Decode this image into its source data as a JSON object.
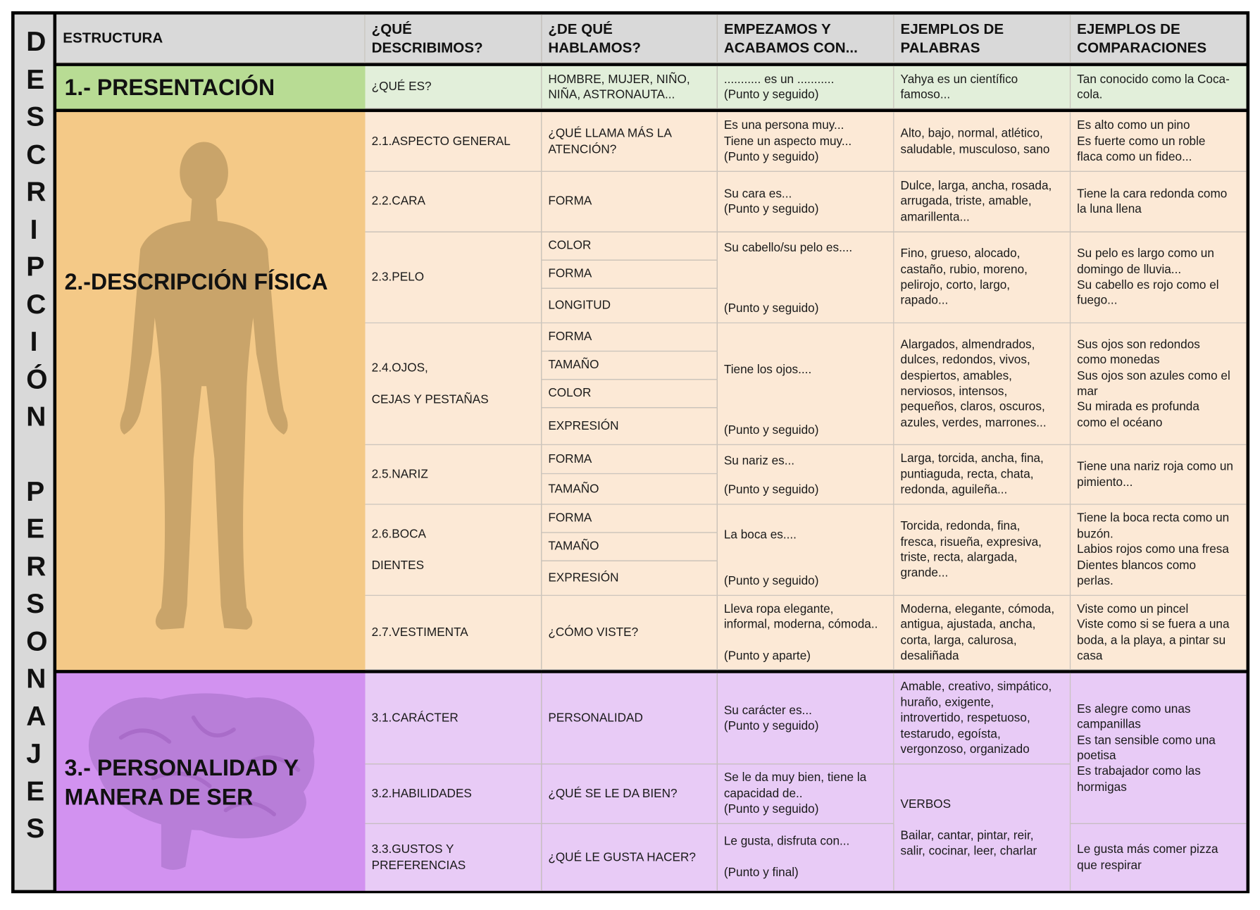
{
  "side_title": {
    "word1": "DESCRIPCIÓN",
    "word2": "PERSONAJES"
  },
  "header": [
    "ESTRUCTURA",
    "¿QUÉ\nDESCRIBIMOS?",
    "¿DE QUÉ\nHABLAMOS?",
    "EMPEZAMOS Y\nACABAMOS CON...",
    "EJEMPLOS DE\nPALABRAS",
    "EJEMPLOS DE\nCOMPARACIONES"
  ],
  "presentacion": {
    "title": "1.- PRESENTACIÓN",
    "c2": "¿QUÉ ES?",
    "c3": "HOMBRE, MUJER, NIÑO,\nNIÑA, ASTRONAUTA...",
    "c4": "........... es un ...........\n(Punto y seguido)",
    "c5": "Yahya es un científico\nfamoso...",
    "c6": "Tan conocido como la Coca-\ncola."
  },
  "fisica": {
    "title": "2.-DESCRIPCIÓN FÍSICA",
    "icon": "human-silhouette",
    "rows": [
      {
        "c2": "2.1.ASPECTO GENERAL",
        "c3": "¿QUÉ LLAMA MÁS LA\nATENCIÓN?",
        "c4": "Es una persona muy...\nTiene un aspecto muy...\n(Punto y seguido)",
        "c5": "Alto, bajo, normal, atlético,\nsaludable, musculoso, sano",
        "c6": "Es alto como un pino\nEs fuerte como un roble\nflaca como un fideo..."
      },
      {
        "c2": "2.2.CARA",
        "c3": "FORMA",
        "c4": "Su cara es...\n(Punto y seguido)",
        "c5": "Dulce, larga, ancha, rosada,\narrugada, triste, amable,\namarillenta...",
        "c6": "Tiene la cara redonda como\nla luna llena"
      },
      {
        "c2": "2.3.PELO",
        "subs": [
          "COLOR",
          "FORMA",
          "LONGITUD"
        ],
        "c4a": "Su cabello/su pelo es....",
        "c4b": "(Punto y seguido)",
        "c5": "Fino, grueso, alocado,\ncastaño, rubio, moreno,\npelirojo, corto, largo,\nrapado...",
        "c6": "Su pelo es largo como un\ndomingo de lluvia...\nSu cabello es rojo como el\nfuego..."
      },
      {
        "c2": "2.4.OJOS,\n\nCEJAS Y PESTAÑAS",
        "subs": [
          "FORMA",
          "TAMAÑO",
          "COLOR",
          "EXPRESIÓN"
        ],
        "c4a": "Tiene los ojos....",
        "c4b": "(Punto y seguido)",
        "c5": "Alargados, almendrados,\ndulces, redondos, vivos,\ndespiertos, amables,\nnerviosos, intensos,\npequeños, claros, oscuros,\nazules, verdes, marrones...",
        "c6": "Sus ojos son redondos\ncomo monedas\nSus ojos son azules como el\nmar\nSu mirada es profunda\ncomo el océano"
      },
      {
        "c2": "2.5.NARIZ",
        "subs": [
          "FORMA",
          "TAMAÑO"
        ],
        "c4a": "Su nariz es...",
        "c4b": "(Punto y seguido)",
        "c5": "Larga, torcida, ancha, fina,\npuntiaguda, recta, chata,\nredonda, aguileña...",
        "c6": "Tiene una nariz roja como un\npimiento..."
      },
      {
        "c2": "2.6.BOCA\n\nDIENTES",
        "subs": [
          "FORMA",
          "TAMAÑO",
          "EXPRESIÓN"
        ],
        "c4a": "La boca es....",
        "c4b": "(Punto y seguido)",
        "c5": "Torcida, redonda, fina,\nfresca, risueña, expresiva,\ntriste, recta, alargada,\ngrande...",
        "c6": "Tiene la boca recta como un\nbuzón.\nLabios rojos como una fresa\nDientes blancos como\nperlas."
      },
      {
        "c2": "2.7.VESTIMENTA",
        "c3": "¿CÓMO VISTE?",
        "c4": "Lleva ropa elegante,\ninformal, moderna, cómoda..\n\n(Punto y aparte)",
        "c5": "Moderna, elegante, cómoda,\nantigua, ajustada, ancha,\ncorta, larga, calurosa,\ndesaliñada",
        "c6": "Viste como un pincel\nViste como si se fuera a una\nboda, a la playa, a pintar su\ncasa"
      }
    ]
  },
  "personalidad": {
    "title": "3.- PERSONALIDAD Y\nMANERA DE SER",
    "icon": "brain",
    "rows": [
      {
        "c2": "3.1.CARÁCTER",
        "c3": "PERSONALIDAD",
        "c4": "Su carácter es...\n(Punto y seguido)",
        "c5": "Amable, creativo, simpático,\nhuraño, exigente,\nintrovertido, respetuoso,\ntestarudo, egoísta,\nvergonzoso, organizado"
      },
      {
        "c2": "3.2.HABILIDADES",
        "c3": "¿QUÉ SE LE DA BIEN?",
        "c4": "Se le da muy bien, tiene la\ncapacidad de..\n(Punto y seguido)"
      },
      {
        "c2": "3.3.GUSTOS Y\nPREFERENCIAS",
        "c3": "¿QUÉ LE GUSTA HACER?",
        "c4": "Le gusta, disfruta con...\n\n(Punto y final)",
        "c6": "Le gusta más comer pizza\nque respirar"
      }
    ],
    "c6_merged": "Es alegre como unas\ncampanillas\nEs tan sensible como una\npoetisa\nEs trabajador como las\nhormigas",
    "c5_merged": "VERBOS\n\nBailar, cantar, pintar, reir,\nsalir, cocinar, leer, charlar"
  }
}
